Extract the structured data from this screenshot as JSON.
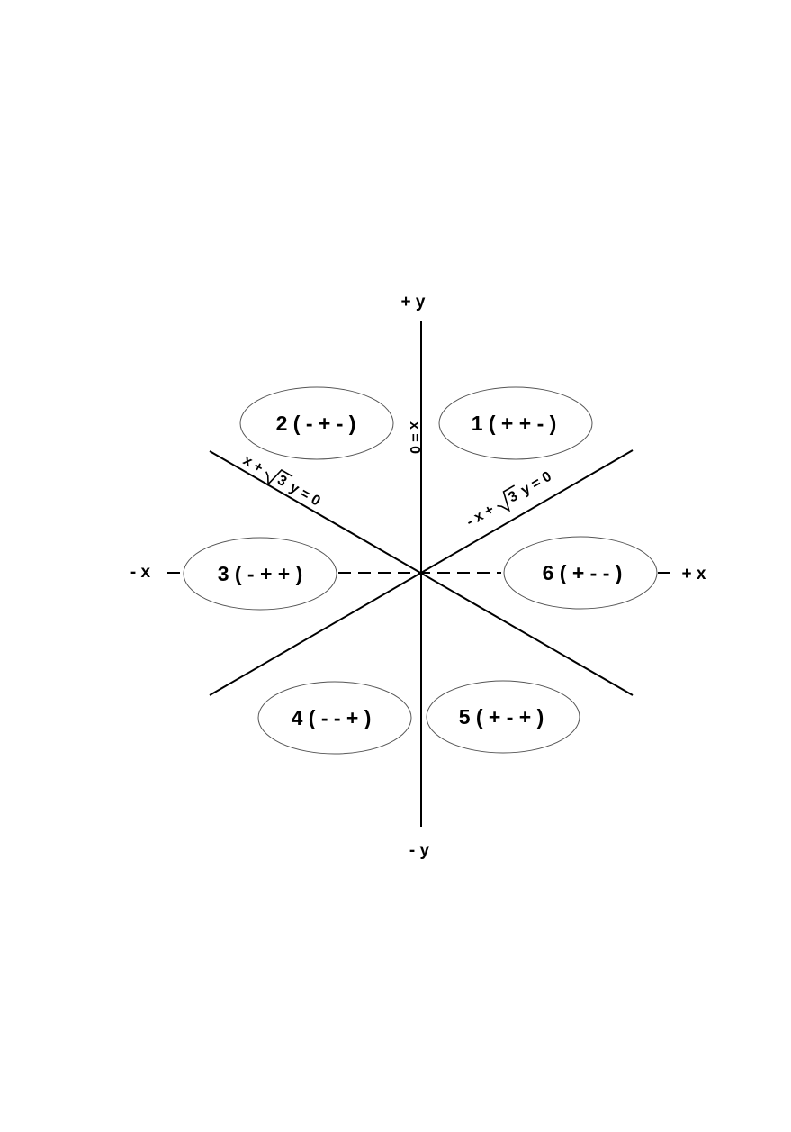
{
  "axes": {
    "pos_y": "+ y",
    "neg_y": "- y",
    "pos_x": "+ x",
    "neg_x": "- x"
  },
  "lines": {
    "vertical": "x = 0",
    "left_diag": {
      "pre": "x +",
      "radicand": "3",
      "post": "y = 0"
    },
    "right_diag": {
      "pre": "- x +",
      "radicand": "3",
      "post": "y = 0"
    }
  },
  "regions": [
    {
      "label": "1 ( + + - )"
    },
    {
      "label": "2 ( - + - )"
    },
    {
      "label": "3 ( - + + )"
    },
    {
      "label": "4 ( - - + )"
    },
    {
      "label": "5 ( + - + )"
    },
    {
      "label": "6 ( + - - )"
    }
  ],
  "colors": {
    "line": "#000000",
    "ellipse_stroke": "#555555",
    "background": "#ffffff"
  }
}
